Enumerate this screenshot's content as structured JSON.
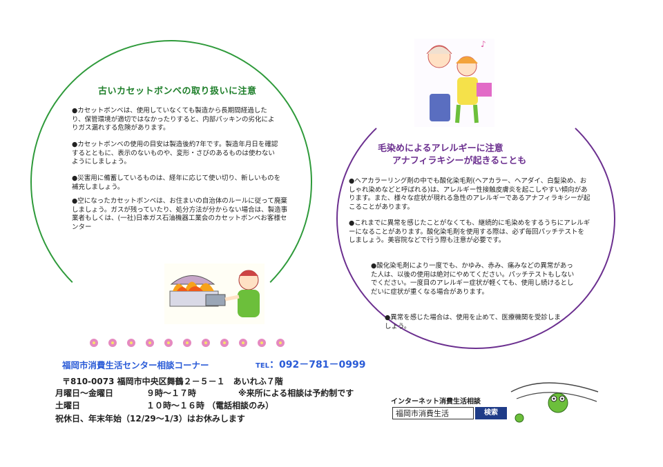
{
  "left_circle": {
    "title": "古いカセットボンベの取り扱いに注意",
    "paragraphs": [
      "●カセットボンベは、使用していなくても製造から長期間経過したり、保管環境が適切ではなかったりすると、内部パッキンの劣化によりガス漏れする危険があります。",
      "●カセットボンベの使用の目安は製造後約7年です。製造年月日を確認するとともに、表示のないものや、変形・さびのあるものは使わないようにしましょう。",
      "●災害用に備蓄しているものは、経年に応じて使い切り、新しいものを補充しましょう。",
      "●空になったカセットボンベは、お住まいの自治体のルールに従って廃棄しましょう。ガスが残っていたり、処分方法が分からない場合は、製造事業者もしくは、(一社)日本ガス石油機器工業会のカセットボンベお客様センター"
    ]
  },
  "right_circle": {
    "title_line1": "毛染めによるアレルギーに注意",
    "title_line2": "アナフィラキシーが起きることも",
    "paragraphs": [
      "●ヘアカラーリング剤の中でも酸化染毛剤(ヘアカラー、ヘアダイ、白髪染め、おしゃれ染めなどと呼ばれる)は、アレルギー性接触皮膚炎を起こしやすい傾向があります。また、様々な症状が現れる急性のアレルギーであるアナフィラキシーが起こることがあります。",
      "●これまでに異常を感じたことがなくても、継続的に毛染めをするうちにアレルギーになることがあります。酸化染毛剤を使用する際は、必ず毎回パッチテストをしましょう。美容院などで行う際も注意が必要です。",
      "●酸化染毛剤により一度でも、かゆみ、赤み、痛みなどの異常があった人は、以後の使用は絶対にやめてください。パッチテストもしないでください。一度目のアレルギー症状が軽くても、使用し続けるとしだいに症状が重くなる場合があります。",
      "●異常を感じた場合は、使用を止めて、医療機関を受診しましょう。"
    ]
  },
  "footer": {
    "center_name": "福岡市消費生活センター相談コーナー",
    "tel_label": "TEL",
    "tel_number": "092－781－0999",
    "address": "〒810-0073 福岡市中央区舞鶴２－５－１　あいれふ７階",
    "weekday_label": "月曜日～金曜日",
    "weekday_hours": "９時～１７時",
    "weekday_note": "※来所による相談は予約制です",
    "saturday_label": "土曜日",
    "saturday_hours": "１０時～１６時 （電話相談のみ）",
    "holiday_note": "祝休日、年末年始（12/29～1/3）はお休みします",
    "internet_label": "インターネット消費生活相談",
    "search_value": "福岡市消費生活",
    "search_button": "検索"
  },
  "colors": {
    "green_circle": "#2e9a3a",
    "purple_circle": "#6b2f8f",
    "footer_blue": "#2a5bd7",
    "search_button_bg": "#1f3c88"
  }
}
